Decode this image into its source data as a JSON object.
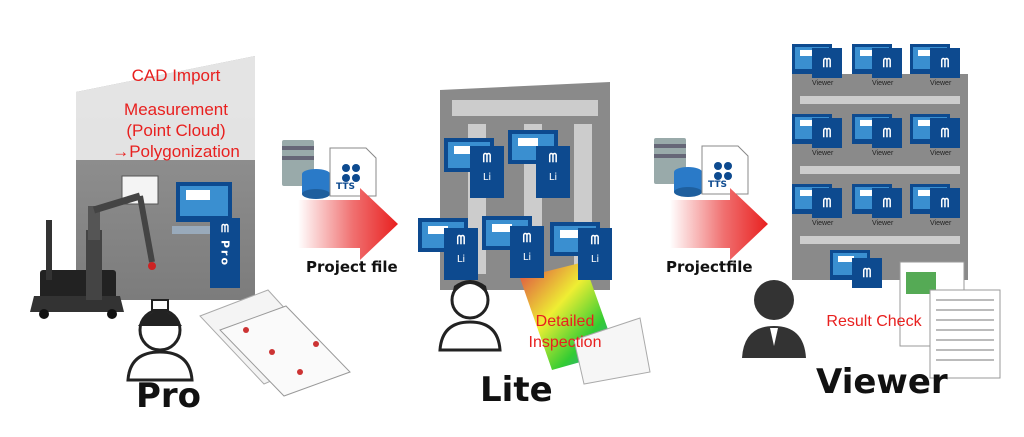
{
  "pro": {
    "label": "Pro",
    "badge_text": "Pro",
    "notes": [
      "CAD Import",
      "Measurement",
      "(Point Cloud)",
      "→Polygonization"
    ]
  },
  "lite": {
    "label": "Lite",
    "badge_text": "Li",
    "note_lines": [
      "Detailed",
      "Inspection"
    ]
  },
  "viewer": {
    "label": "Viewer",
    "monitor_caption": "Viewer",
    "note": "Result Check"
  },
  "arrows": {
    "first_label": "Project file",
    "second_label": "Projectfile"
  },
  "file_icon_text": "TTS",
  "colors": {
    "accent_red": "#e8201f",
    "brand_blue": "#0d4a8f",
    "screen_blue": "#3a8fd0",
    "gray_panel": "#8a8a8a"
  }
}
